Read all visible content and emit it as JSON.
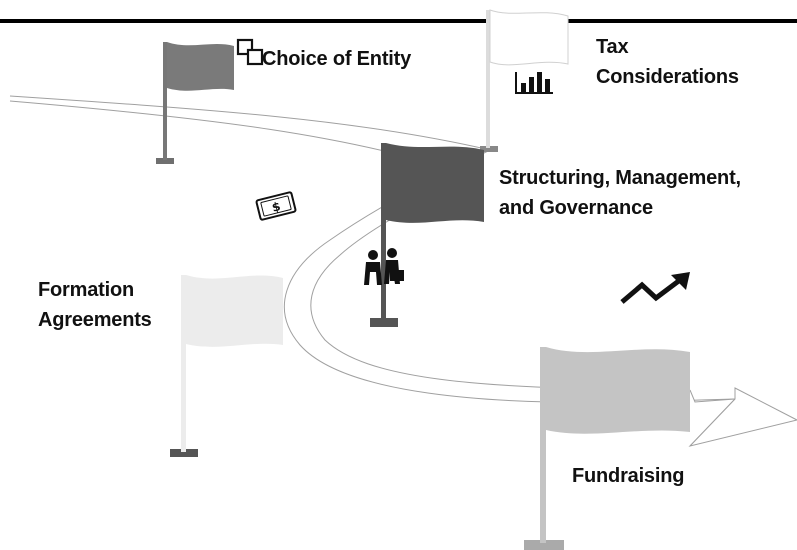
{
  "labels": {
    "choice_of_entity": "Choice of Entity",
    "tax_line1": "Tax",
    "tax_line2": "Considerations",
    "structuring_line1": "Structuring, Management,",
    "structuring_line2": "and Governance",
    "formation_line1": "Formation",
    "formation_line2": "Agreements",
    "fundraising": "Fundraising"
  },
  "money_symbol": "$",
  "icons": [
    "squares-icon",
    "bar-chart-icon",
    "dollar-bill-icon",
    "businessman-icon",
    "trend-arrow-icon"
  ],
  "colors": {
    "top_rule": "#000000",
    "flag_choice": "#7a7a7a",
    "flag_tax": "#ffffff",
    "flag_structuring": "#555555",
    "flag_formation": "#ececec",
    "flag_fundraising": "#c4c4c4"
  }
}
